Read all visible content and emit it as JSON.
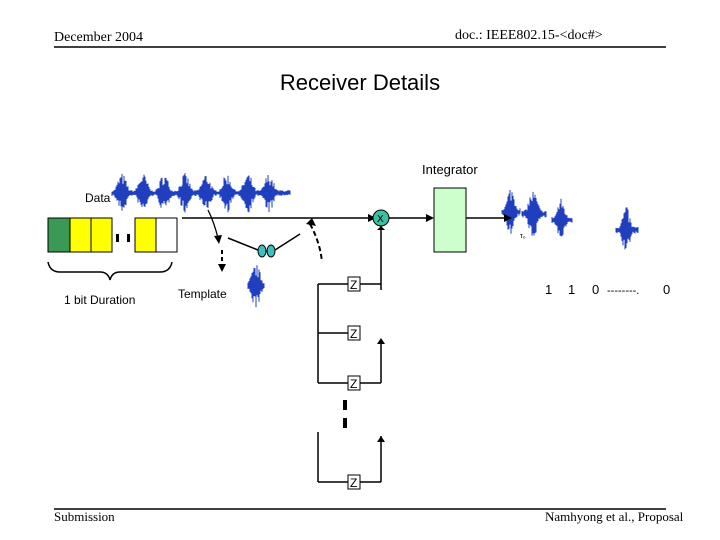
{
  "header": {
    "date": "December 2004",
    "doc": "doc.: IEEE802.15-<doc#>"
  },
  "title": "Receiver Details",
  "footer": {
    "left": "Submission",
    "right": "Namhyong et al., Proposal"
  },
  "diagram": {
    "data_label": "Data",
    "integrator_label": "Integrator",
    "mixer_label": "X",
    "template_label": "Template",
    "bit_duration_label": "1 bit Duration",
    "z_label": "Z",
    "bits": [
      "1",
      "1",
      "0",
      "--------.",
      "0"
    ],
    "tau_label": "τ₀",
    "colors": {
      "green": "#3a9a55",
      "yellow": "#ffff00",
      "integrator": "#ccffcc",
      "waveform": "#1f3fbf",
      "lens": "#3cc0c0"
    }
  }
}
